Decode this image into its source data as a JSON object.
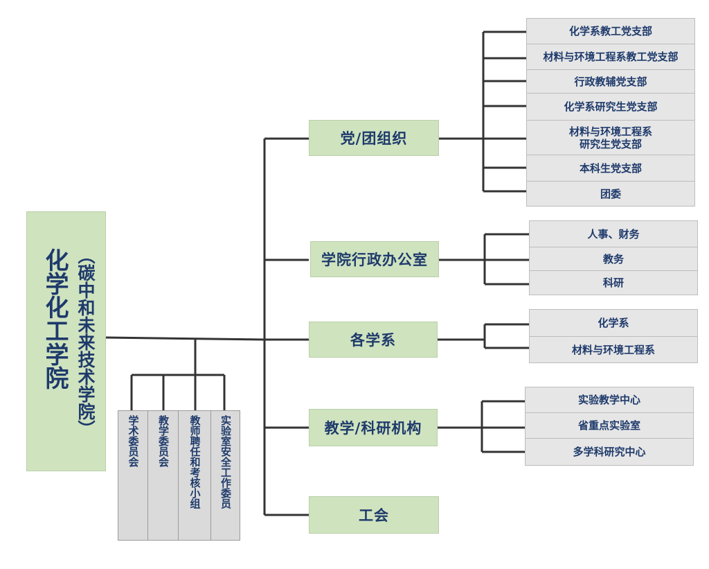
{
  "root": {
    "name": "化学化工学院",
    "subtitle": "（碳中和未来技术学院）"
  },
  "branches": [
    {
      "label": "党/团组织",
      "children": [
        "化学系教工党支部",
        "材料与环境工程系教工党支部",
        "行政教辅党支部",
        "化学系研究生党支部",
        "材料与环境工程系\n研究生党支部",
        "本科生党支部",
        "团委"
      ]
    },
    {
      "label": "学院行政办公室",
      "children": [
        "人事、财务",
        "教务",
        "科研"
      ]
    },
    {
      "label": "各学系",
      "children": [
        "化学系",
        "材料与环境工程系"
      ]
    },
    {
      "label": "教学/科研机构",
      "children": [
        "实验教学中心",
        "省重点实验室",
        "多学科研究中心"
      ]
    },
    {
      "label": "工会",
      "children": []
    }
  ],
  "committees": [
    "学术委员会",
    "教学委员会",
    "教师聘任和考核小组",
    "实验室安全工作委员"
  ],
  "colors": {
    "green_box": "#cfe3bf",
    "gray_box": "#e6e6e6",
    "text": "#1e3a6b",
    "line": "#333333"
  }
}
